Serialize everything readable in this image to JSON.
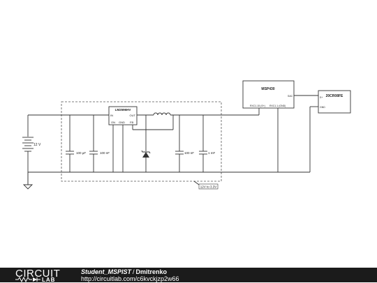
{
  "schematic": {
    "components": {
      "regulator": {
        "name": "LM2596HV",
        "pin_in": "IN",
        "pin_out": "OUT",
        "pin_on": "ON",
        "pin_gnd": "GND",
        "pin_fb": "FB"
      },
      "mcu": {
        "name": "MSP430",
        "pin_a": "RXC1.15 (S+)",
        "pin_b": "RXC1.1 (GND)"
      },
      "sensor": {
        "name": "20CR08FE",
        "pin_a": "S+",
        "pin_b": "GND"
      },
      "battery": {
        "label": "12 V"
      },
      "cap_in_1": {
        "label": "100 µF"
      },
      "cap_in_2": {
        "label": "100 nF"
      },
      "cap_out_1": {
        "label": "100 nF"
      },
      "cap_out_2": {
        "label": "1 mF"
      },
      "pin_fragment": "SAC"
    },
    "annotation": {
      "box_label": "12V to 3.3V"
    }
  },
  "footer": {
    "logo_top": "CIRCUIT",
    "logo_bottom": "LAB",
    "user": "Student_MSPIST",
    "separator": "/",
    "owner": "Dmitrenko",
    "url": "http://circuitlab.com/c6kvckjzp2w66"
  }
}
